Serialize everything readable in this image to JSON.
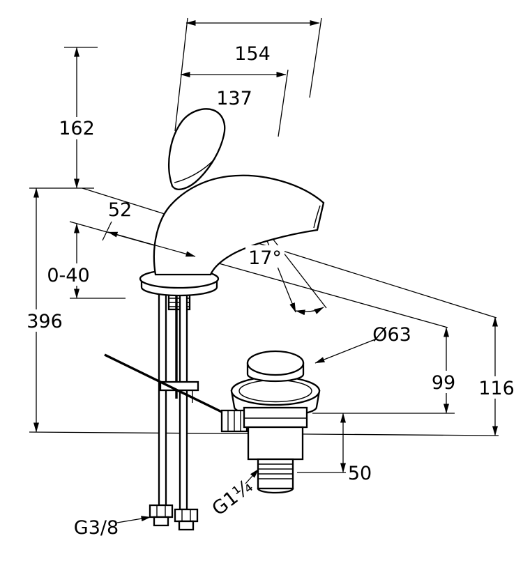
{
  "page": {
    "background": "#ffffff",
    "line_color": "#000000"
  },
  "drawing": {
    "type": "technical-dimension-diagram",
    "subject": "single-lever basin mixer with pop-up waste",
    "dimension_labels": {
      "spout_reach": "154",
      "aerator_reach": "137",
      "spout_height": "162",
      "handle_projection": "52",
      "deck_thickness": "0-40",
      "supply_length": "396",
      "stream_angle": "17°",
      "waste_flange_diameter": "Ø63",
      "waste_height_inner": "99",
      "waste_height_outer": "116",
      "waste_tail_length": "50",
      "supply_thread": "G3/8",
      "waste_thread": "G1¼"
    }
  }
}
